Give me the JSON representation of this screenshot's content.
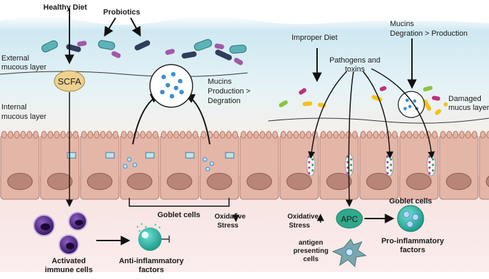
{
  "left": {
    "healthy_diet": "Healthy Diet",
    "probiotics": "Probiotics",
    "external_layer": [
      "External",
      "mucous layer"
    ],
    "internal_layer": [
      "Internal",
      "mucous layer"
    ],
    "scfa": "SCFA",
    "mucins": [
      "Mucins",
      "Production >",
      "Degration"
    ],
    "goblet_cells": "Goblet cells",
    "oxidative_stress": [
      "Oxidative",
      "Stress"
    ],
    "activated_immune": [
      "Activated",
      "immune cells"
    ],
    "anti_inflammatory": [
      "Anti-inflammatory",
      "factors"
    ]
  },
  "right": {
    "improper_diet": "Improper Diet",
    "mucins": [
      "Mucins",
      "Degration > Production"
    ],
    "pathogens": [
      "Pathogens and",
      "toxins"
    ],
    "damaged_layer": [
      "Damaged",
      "mucus layer"
    ],
    "oxidative_stress": [
      "Oxidative",
      "Stress"
    ],
    "apc": "APC",
    "goblet_cells": "Goblet cells",
    "antigen_cells": [
      "antigen",
      "presenting",
      "cells"
    ],
    "pro_inflammatory": [
      "Pro-inflammatory",
      "factors"
    ]
  },
  "colors": {
    "mucus_top": "#d6ecf5",
    "cell_fill": "#e3b6a8",
    "cell_stroke": "#b67a6c",
    "nucleus": "#b98578",
    "tissue": "#f4dede",
    "bacteria_teal": "#5bb3b8",
    "bacteria_navy": "#2f3e5c",
    "bacteria_purple": "#a05aa5",
    "immune_purple": "#4a2a7a",
    "apc_green": "#2fa88c"
  }
}
